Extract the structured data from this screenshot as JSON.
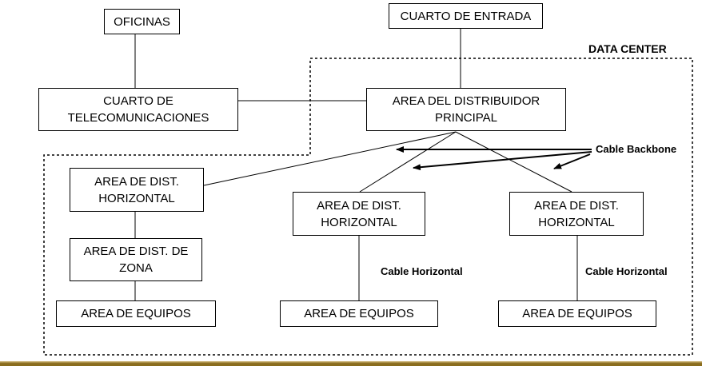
{
  "title": "DATA CENTER",
  "boxes": {
    "oficinas": "OFICINAS",
    "cuarto_entrada": "CUARTO DE ENTRADA",
    "cuarto_telecom": "CUARTO DE\nTELECOMUNICACIONES",
    "area_dist_principal": "AREA DEL DISTRIBUIDOR\nPRINCIPAL",
    "area_dist_horizontal_1": "AREA DE DIST.\nHORIZONTAL",
    "area_dist_horizontal_2": "AREA DE DIST.\nHORIZONTAL",
    "area_dist_horizontal_3": "AREA DE DIST.\nHORIZONTAL",
    "area_dist_zona": "AREA DE DIST. DE\nZONA",
    "area_equipos_1": "AREA DE EQUIPOS",
    "area_equipos_2": "AREA DE EQUIPOS",
    "area_equipos_3": "AREA DE EQUIPOS"
  },
  "labels": {
    "cable_backbone": "Cable Backbone",
    "cable_horizontal_1": "Cable Horizontal",
    "cable_horizontal_2": "Cable Horizontal"
  },
  "colors": {
    "line": "#000000",
    "bottom_bar": "#8a6d1e",
    "bottom_bar_highlight": "#d9c38a"
  }
}
